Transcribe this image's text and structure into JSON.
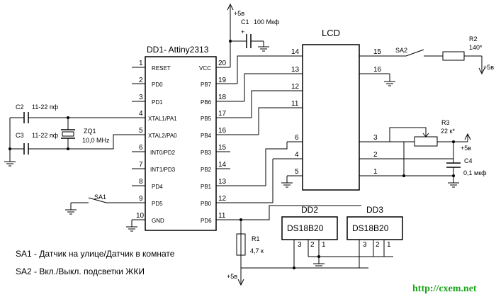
{
  "dd1": {
    "title": "DD1- Attiny2313",
    "left_pins": [
      {
        "num": "1",
        "label": "RESET"
      },
      {
        "num": "2",
        "label": "PD0"
      },
      {
        "num": "3",
        "label": "PD1"
      },
      {
        "num": "4",
        "label": "XTAL1/PA1"
      },
      {
        "num": "5",
        "label": "XTAL2/PA0"
      },
      {
        "num": "6",
        "label": "INT0/PD2"
      },
      {
        "num": "7",
        "label": "INT1/PD3"
      },
      {
        "num": "8",
        "label": "PD4"
      },
      {
        "num": "9",
        "label": "PD5"
      },
      {
        "num": "10",
        "label": "GND"
      }
    ],
    "right_pins": [
      {
        "num": "20",
        "label": "VCC"
      },
      {
        "num": "19",
        "label": "PB7"
      },
      {
        "num": "18",
        "label": "PB6"
      },
      {
        "num": "17",
        "label": "PB5"
      },
      {
        "num": "16",
        "label": "PB4"
      },
      {
        "num": "15",
        "label": "PB3"
      },
      {
        "num": "14",
        "label": "PB2"
      },
      {
        "num": "13",
        "label": "PB1"
      },
      {
        "num": "12",
        "label": "PB0"
      },
      {
        "num": "11",
        "label": "PD6"
      }
    ]
  },
  "lcd": {
    "title": "LCD",
    "left_pins": [
      "14",
      "13",
      "12",
      "11",
      "6",
      "4",
      "5"
    ],
    "right_pins": [
      "15",
      "16",
      "3",
      "2",
      "1"
    ]
  },
  "c1": {
    "ref": "C1",
    "value": "100 Мкф",
    "plus": "+"
  },
  "c2": {
    "ref": "C2",
    "value": "11-22 пф"
  },
  "c3": {
    "ref": "C3",
    "value": "11-22 пф"
  },
  "zq1": {
    "ref": "ZQ1",
    "value": "10,0 MHz"
  },
  "c4": {
    "ref": "C4",
    "value": "0,1 мкф"
  },
  "r1": {
    "ref": "R1",
    "value": "4,7 к"
  },
  "r2": {
    "ref": "R2",
    "value": "140*"
  },
  "r3": {
    "ref": "R3",
    "value": "22 к*"
  },
  "sa1": {
    "ref": "SA1"
  },
  "sa2": {
    "ref": "SA2"
  },
  "supply": {
    "label": "+5в"
  },
  "dd2": {
    "title": "DD2",
    "part": "DS18B20",
    "pins": [
      "3",
      "2",
      "1"
    ]
  },
  "dd3": {
    "title": "DD3",
    "part": "DS18B20",
    "pins": [
      "3",
      "2",
      "1"
    ]
  },
  "legend": [
    "SA1 - Датчик на улице/Датчик в комнате",
    "SA2 - Вкл./Выкл. подсветки ЖКИ"
  ],
  "site": "http://cxem.net"
}
